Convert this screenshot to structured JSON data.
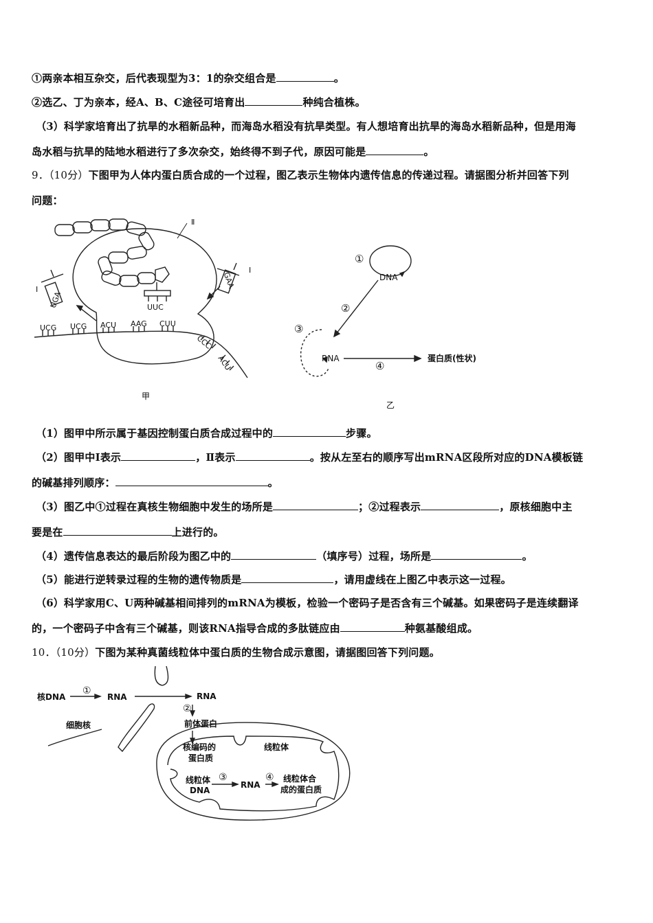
{
  "q8": {
    "sub1a": "①两亲本相互杂交，后代表现型为3：1的杂交组合是",
    "sub1a_end": "。",
    "sub1b": "②选乙、丁为亲本，经A、B、C途径可培育出",
    "sub1b_end": "种纯合植株。",
    "sub3_l1": "（3）科学家培育出了抗旱的水稻新品种，而海岛水稻没有抗旱类型。有人想培育出抗旱的海岛水稻新品种，但是用海",
    "sub3_l2": "岛水稻与抗旱的陆地水稻进行了多次杂交，始终得不到子代，原因可能是",
    "sub3_l2_end": "。"
  },
  "q9": {
    "num": "9．（10分）",
    "intro_l1": "下图甲为人体内蛋白质合成的一个过程，图乙表示生物体内遗传信息的传递过程。请据图分析并回答下列",
    "intro_l2": "问题：",
    "fig_jia": {
      "label": "甲",
      "roman_I": "Ⅰ",
      "roman_II": "Ⅱ",
      "codons": [
        "UCG",
        "UCG",
        "ACU",
        "AAG",
        "CUU",
        "CCC",
        "ACU"
      ],
      "anticodons": [
        "UGA",
        "UUC",
        "GAA"
      ]
    },
    "fig_yi": {
      "label": "乙",
      "dna": "DNA",
      "rna": "RNA",
      "protein": "蛋白质(性状)",
      "steps": [
        "①",
        "②",
        "③",
        "④"
      ]
    },
    "s1": "（1）图甲中所示属于基因控制蛋白质合成过程中的",
    "s1_end": "步骤。",
    "s2_a": "（2）图甲中Ⅰ表示",
    "s2_b": "，Ⅱ表示",
    "s2_c": "。按从左至右的顺序写出mRNA区段所对应的DNA模板链",
    "s2_l2": "的碱基排列顺序：",
    "s2_l2_end": "。",
    "s3_a": "（3）图乙中①过程在真核生物细胞中发生的场所是",
    "s3_b": "；②过程表示",
    "s3_c": "，原核细胞中主",
    "s3_l2": "要是在",
    "s3_l2_end": "上进行的。",
    "s4_a": "（4）遗传信息表达的最后阶段为图乙中的",
    "s4_b": "（填序号）过程，场所是",
    "s4_end": "。",
    "s5_a": "（5）能进行逆转录过程的生物的遗传物质是",
    "s5_b": "，请用虚线在上图乙中表示这一过程。",
    "s6_l1": "（6）科学家用C、U两种碱基相间排列的mRNA为模板，检验一个密码子是否含有三个碱基。如果密码子是连续翻译",
    "s6_l2": "的，一个密码子中含有三个碱基，则该RNA指导合成的多肽链应由",
    "s6_l2_end": "种氨基酸组成。"
  },
  "q10": {
    "num": "10．（10分）",
    "intro": "下图为某种真菌线粒体中蛋白质的生物合成示意图，请据图回答下列问题。",
    "fig": {
      "nuclear_dna": "核DNA",
      "rna1": "RNA",
      "rna2": "RNA",
      "nucleus": "细胞核",
      "precursor": "前体蛋白",
      "nuc_encoded_l1": "核编码的",
      "nuc_encoded_l2": "蛋白质",
      "mito": "线粒体",
      "mito_dna_l1": "线粒体",
      "mito_dna_l2": "DNA",
      "rna3": "RNA",
      "mito_protein_l1": "线粒体合",
      "mito_protein_l2": "成的蛋白质",
      "steps": [
        "①",
        "②",
        "③",
        "④"
      ]
    }
  }
}
